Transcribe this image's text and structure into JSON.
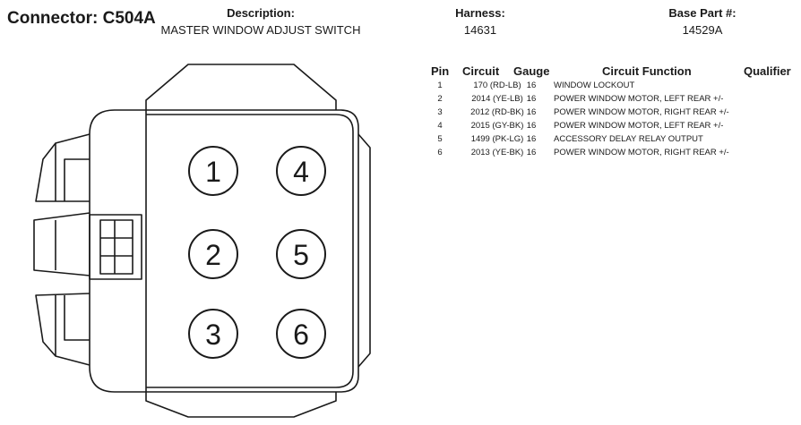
{
  "header": {
    "connector_label": "Connector: C504A",
    "description_label": "Description:",
    "description_value": "MASTER WINDOW ADJUST SWITCH",
    "harness_label": "Harness:",
    "harness_value": "14631",
    "base_part_label": "Base Part #:",
    "base_part_value": "14529A"
  },
  "table": {
    "headers": {
      "pin": "Pin",
      "circuit": "Circuit",
      "gauge": "Gauge",
      "function": "Circuit Function",
      "qualifier": "Qualifier"
    },
    "rows": [
      {
        "pin": "1",
        "circuit": "170 (RD-LB)",
        "gauge": "16",
        "function": "WINDOW LOCKOUT"
      },
      {
        "pin": "2",
        "circuit": "2014 (YE-LB)",
        "gauge": "16",
        "function": "POWER WINDOW MOTOR, LEFT REAR +/-"
      },
      {
        "pin": "3",
        "circuit": "2012 (RD-BK)",
        "gauge": "16",
        "function": "POWER WINDOW MOTOR, RIGHT REAR +/-"
      },
      {
        "pin": "4",
        "circuit": "2015 (GY-BK)",
        "gauge": "16",
        "function": "POWER WINDOW MOTOR, LEFT REAR +/-"
      },
      {
        "pin": "5",
        "circuit": "1499 (PK-LG)",
        "gauge": "16",
        "function": "ACCESSORY DELAY RELAY OUTPUT"
      },
      {
        "pin": "6",
        "circuit": "2013 (YE-BK)",
        "gauge": "16",
        "function": "POWER WINDOW MOTOR, RIGHT REAR +/-"
      }
    ]
  },
  "connector": {
    "pin_labels": [
      "1",
      "2",
      "3",
      "4",
      "5",
      "6"
    ],
    "stroke_color": "#1a1a1a"
  }
}
